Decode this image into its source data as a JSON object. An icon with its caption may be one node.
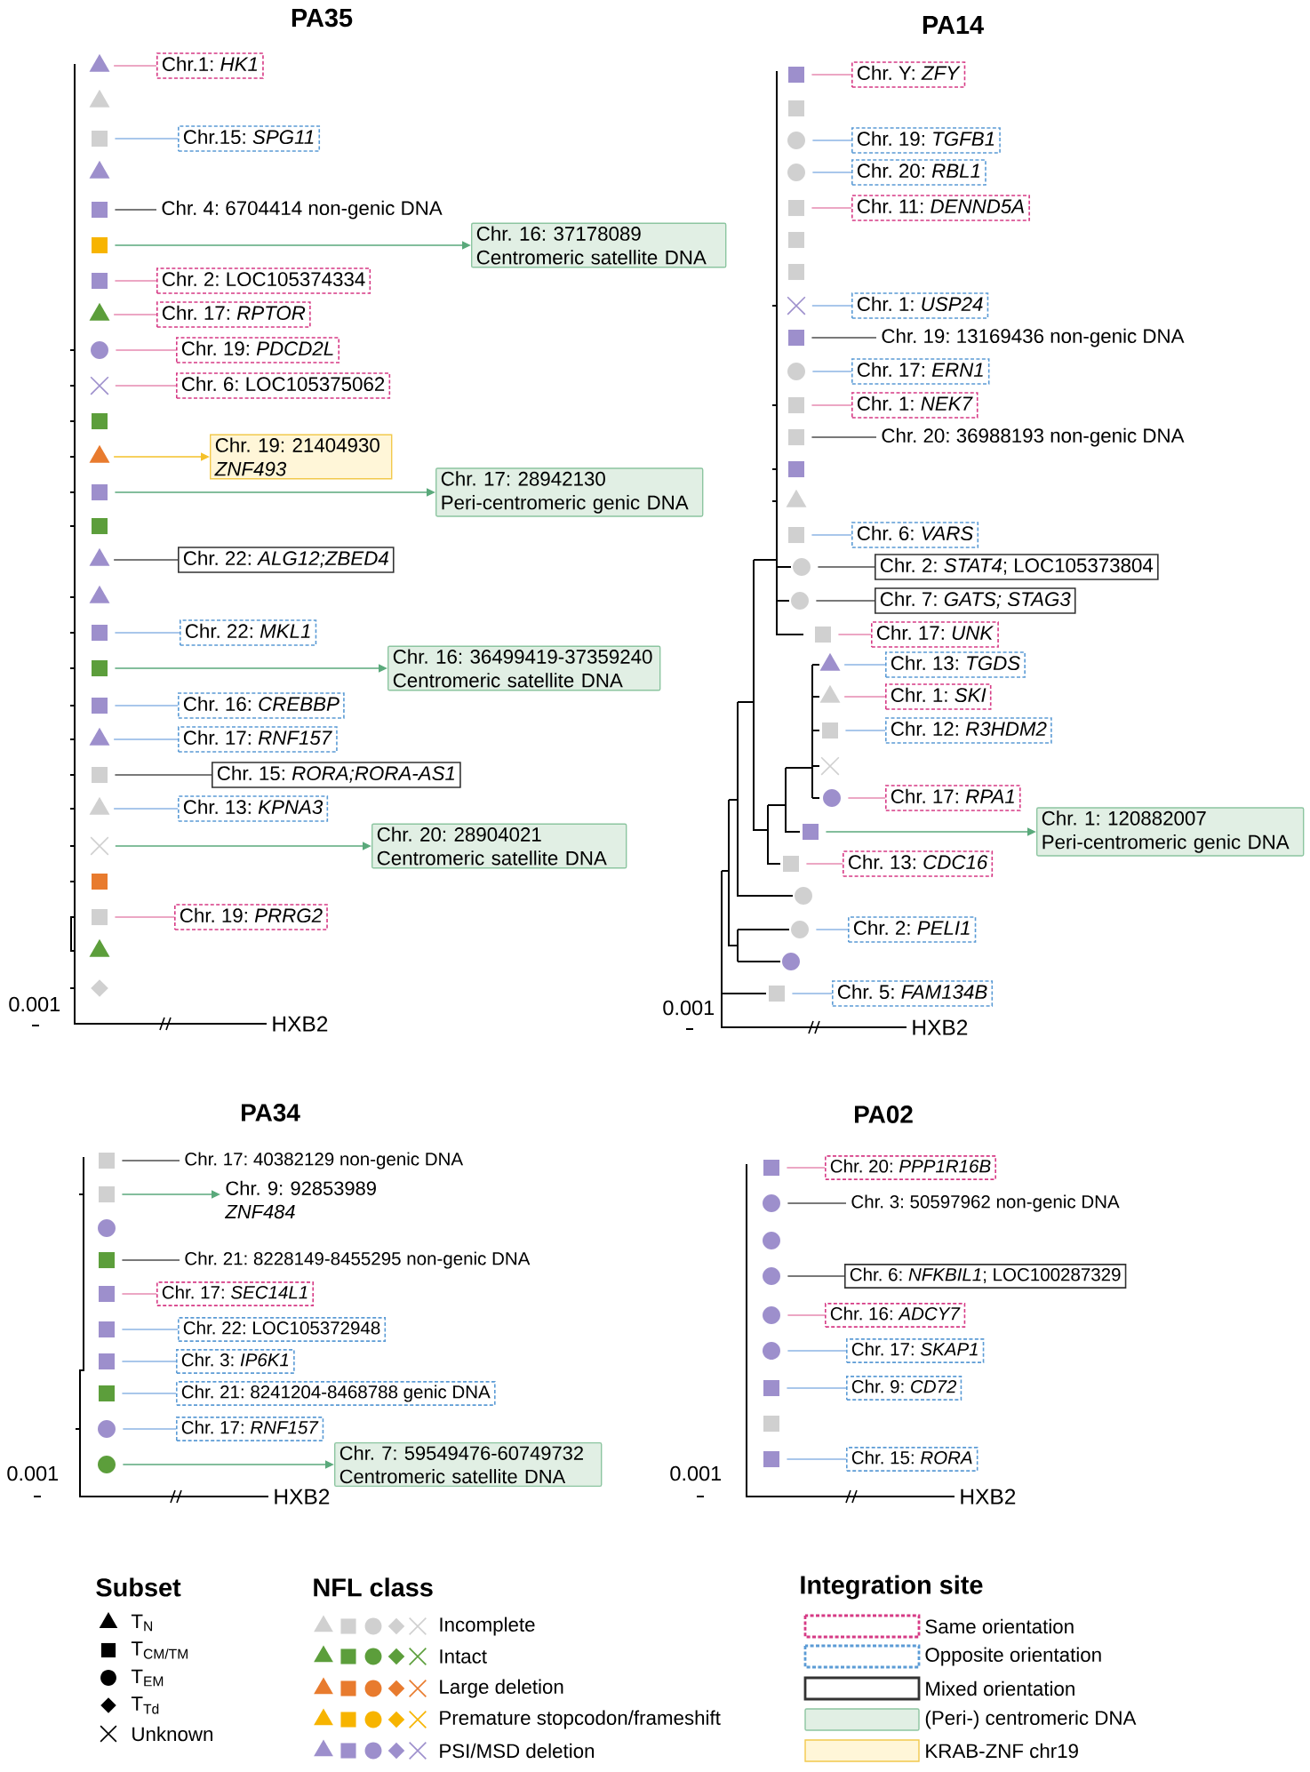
{
  "diagram": {
    "nodes": [
      {
        "text": [],
        "shape": "triangle"
      },
      {
        "text": [
          "Chr.1: *HK1*"
        ]
      },
      {
        "text": [],
        "shape": "triangle"
      },
      {
        "text": [],
        "shape": "square"
      },
      {
        "text": [
          "Chr.15: *SPG11*"
        ]
      },
      {
        "text": [],
        "shape": "triangle"
      },
      {
        "text": [],
        "shape": "square"
      },
      {
        "text": [
          "Chr. 4: 6704414 non-genic DNA"
        ]
      },
      {
        "text": [],
        "shape": "square"
      },
      {
        "text": [
          "Chr. 16: 37178089 Centromeric satellite DNA"
        ]
      },
      {
        "text": [],
        "shape": "square"
      },
      {
        "text": [
          "Chr. 2: LOC105374334"
        ]
      },
      {
        "text": [],
        "shape": "triangle"
      },
      {
        "text": [
          "Chr. 17: *RPTOR*"
        ]
      },
      {
        "text": [],
        "shape": "circle"
      },
      {
        "text": [
          "Chr. 19: *PDCD2L*"
        ]
      },
      {
        "text": [],
        "shape": "cross"
      },
      {
        "text": [
          "Chr. 6: LOC105375062"
        ]
      },
      {
        "text": [],
        "shape": "square"
      },
      {
        "text": [],
        "shape": "triangle"
      },
      {
        "text": [
          "Chr. 19: 21404930 *ZNF493*"
        ]
      },
      {
        "text": [],
        "shape": "square"
      },
      {
        "text": [
          "Chr. 17: 28942130 Peri-centromeric genic DNA"
        ]
      },
      {
        "text": [],
        "shape": "square"
      },
      {
        "text": [],
        "shape": "triangle"
      },
      {
        "text": [
          "Chr. 22: *ALG12;ZBED4*"
        ]
      },
      {
        "text": [],
        "shape": "triangle"
      },
      {
        "text": [],
        "shape": "square"
      },
      {
        "text": [
          "Chr. 22: *MKL1*"
        ]
      },
      {
        "text": [],
        "shape": "square"
      },
      {
        "text": [
          "Chr. 16: 36499419-37359240 Centromeric satellite DNA"
        ]
      },
      {
        "text": [],
        "shape": "square"
      },
      {
        "text": [
          "Chr. 16: *CREBBP*"
        ]
      },
      {
        "text": [],
        "shape": "triangle"
      },
      {
        "text": [
          "Chr. 17: *RNF157*"
        ]
      },
      {
        "text": [],
        "shape": "square"
      },
      {
        "text": [
          "Chr. 15: *RORA;RORA-AS1*"
        ]
      },
      {
        "text": [],
        "shape": "triangle"
      },
      {
        "text": [
          "Chr. 13: *KPNA3*"
        ]
      },
      {
        "text": [],
        "shape": "cross"
      },
      {
        "text": [
          "Chr. 20: 28904021 Centromeric satellite DNA"
        ]
      },
      {
        "text": [],
        "shape": "square"
      },
      {
        "text": [],
        "shape": "square"
      },
      {
        "text": [
          "Chr. 19: *PRRG2*"
        ]
      },
      {
        "text": [],
        "shape": "triangle"
      },
      {
        "text": [],
        "shape": "diamond"
      },
      {
        "text": [],
        "shape": "square"
      },
      {
        "text": [
          "Chr. Y: *ZFY*"
        ]
      },
      {
        "text": [],
        "shape": "square"
      },
      {
        "text": [],
        "shape": "circle"
      },
      {
        "text": [
          "Chr. 19: *TGFB1*"
        ]
      },
      {
        "text": [],
        "shape": "circle"
      },
      {
        "text": [
          "Chr. 20: *RBL1*"
        ]
      },
      {
        "text": [],
        "shape": "square"
      },
      {
        "text": [
          "Chr. 11: *DENND5A*"
        ]
      },
      {
        "text": [],
        "shape": "square"
      },
      {
        "text": [],
        "shape": "square"
      },
      {
        "text": [],
        "shape": "cross"
      },
      {
        "text": [
          "Chr. 1: *USP24*"
        ]
      },
      {
        "text": [],
        "shape": "square"
      },
      {
        "text": [
          "Chr. 19: 13169436 non-genic DNA"
        ]
      },
      {
        "text": [],
        "shape": "circle"
      },
      {
        "text": [
          "Chr. 17: *ERN1*"
        ]
      },
      {
        "text": [],
        "shape": "square"
      },
      {
        "text": [
          "Chr. 1: *NEK7*"
        ]
      },
      {
        "text": [],
        "shape": "square"
      },
      {
        "text": [
          "Chr. 20: 36988193 non-genic DNA"
        ]
      },
      {
        "text": [],
        "shape": "square"
      },
      {
        "text": [],
        "shape": "triangle"
      },
      {
        "text": [],
        "shape": "square"
      },
      {
        "text": [
          "Chr. 6: *VARS*"
        ]
      },
      {
        "text": [],
        "shape": "circle"
      },
      {
        "text": [
          "Chr. 2: *STAT4*; LOC105373804"
        ]
      },
      {
        "text": [],
        "shape": "circle"
      },
      {
        "text": [
          "Chr. 7: *GATS; STAG3*"
        ]
      },
      {
        "text": [],
        "shape": "square"
      },
      {
        "text": [
          "Chr. 17: *UNK*"
        ]
      },
      {
        "text": [],
        "shape": "triangle"
      },
      {
        "text": [
          "Chr. 13: *TGDS*"
        ]
      },
      {
        "text": [],
        "shape": "triangle"
      },
      {
        "text": [
          "Chr. 1: *SKI*"
        ]
      },
      {
        "text": [],
        "shape": "square"
      },
      {
        "text": [
          "Chr. 12: *R3HDM2*"
        ]
      },
      {
        "text": [],
        "shape": "cross"
      },
      {
        "text": [],
        "shape": "circle"
      },
      {
        "text": [
          "Chr. 17: *RPA1*"
        ]
      },
      {
        "text": [],
        "shape": "square"
      },
      {
        "text": [
          "Chr. 1: 120882007 Peri-centromeric genic DNA"
        ]
      },
      {
        "text": [],
        "shape": "square"
      },
      {
        "text": [
          "Chr. 13: *CDC16*"
        ]
      },
      {
        "text": [],
        "shape": "circle"
      },
      {
        "text": [],
        "shape": "circle"
      },
      {
        "text": [
          "Chr. 2: *PELI1*"
        ]
      },
      {
        "text": [],
        "shape": "circle"
      },
      {
        "text": [],
        "shape": "square"
      },
      {
        "text": [
          "Chr. 5: *FAM134B*"
        ]
      },
      {
        "text": [],
        "shape": "square"
      },
      {
        "text": [
          "Chr. 17: 40382129 non-genic DNA"
        ]
      },
      {
        "text": [],
        "shape": "square"
      },
      {
        "text": [
          "Chr. 9: 92853989 *ZNF484*"
        ]
      },
      {
        "text": [],
        "shape": "circle"
      },
      {
        "text": [],
        "shape": "square"
      },
      {
        "text": [
          "Chr. 21: 8228149-8455295 non-genic DNA"
        ]
      },
      {
        "text": [],
        "shape": "square"
      },
      {
        "text": [
          "Chr. 17: *SEC14L1*"
        ]
      },
      {
        "text": [],
        "shape": "square"
      },
      {
        "text": [
          "Chr. 22: LOC105372948"
        ]
      },
      {
        "text": [],
        "shape": "square"
      },
      {
        "text": [
          "Chr. 3: *IP6K1*"
        ]
      },
      {
        "text": [],
        "shape": "square"
      },
      {
        "text": [
          "Chr. 21: 8241204-8468788 genic DNA"
        ]
      },
      {
        "text": [],
        "shape": "circle"
      },
      {
        "text": [
          "Chr. 17: *RNF157*"
        ]
      },
      {
        "text": [],
        "shape": "circle"
      },
      {
        "text": [
          "Chr. 7: 59549476-60749732 Centromeric satellite DNA"
        ]
      },
      {
        "text": [],
        "shape": "square"
      },
      {
        "text": [
          "Chr. 20: *PPP1R16B*"
        ]
      },
      {
        "text": [],
        "shape": "circle"
      },
      {
        "text": [
          "Chr. 3: 50597962 non-genic DNA"
        ]
      },
      {
        "text": [],
        "shape": "circle"
      },
      {
        "text": [],
        "shape": "circle"
      },
      {
        "text": [
          "Chr. 6: *NFKBIL1*; LOC100287329"
        ]
      },
      {
        "text": [],
        "shape": "circle"
      },
      {
        "text": [
          "Chr. 16: *ADCY7*"
        ]
      },
      {
        "text": [],
        "shape": "circle"
      },
      {
        "text": [
          "Chr. 17: *SKAP1*"
        ]
      },
      {
        "text": [],
        "shape": "square"
      },
      {
        "text": [
          "Chr. 9: *CD72*"
        ]
      },
      {
        "text": [],
        "shape": "square"
      },
      {
        "text": [],
        "shape": "square"
      },
      {
        "text": [
          "Chr. 15: *RORA*"
        ]
      }
    ],
    "edges": [
      {
        "from": 0,
        "to": 1,
        "arrow": "none",
        "color": "#e68ab1"
      },
      {
        "from": 3,
        "to": 4,
        "arrow": "none"
      },
      {
        "from": 6,
        "to": 7,
        "arrow": "none",
        "color": "#4d4d4d"
      },
      {
        "from": 8,
        "to": 9,
        "arrow": "to",
        "color": "#5aa97b"
      },
      {
        "from": 10,
        "to": 11,
        "arrow": "none",
        "color": "#e68ab1"
      },
      {
        "from": 12,
        "to": 13,
        "arrow": "none",
        "color": "#e68ab1"
      },
      {
        "from": 14,
        "to": 15,
        "arrow": "none",
        "color": "#e68ab1"
      },
      {
        "from": 16,
        "to": 17,
        "arrow": "none",
        "color": "#e68ab1"
      },
      {
        "from": 19,
        "to": 20,
        "arrow": "to",
        "color": "#f5c12a"
      },
      {
        "from": 21,
        "to": 22,
        "arrow": "to",
        "color": "#5aa97b"
      },
      {
        "from": 24,
        "to": 25,
        "arrow": "none",
        "color": "#4d4d4d"
      },
      {
        "from": 27,
        "to": 28,
        "arrow": "none"
      },
      {
        "from": 29,
        "to": 30,
        "arrow": "to",
        "color": "#5aa97b"
      },
      {
        "from": 31,
        "to": 32,
        "arrow": "none"
      },
      {
        "from": 33,
        "to": 34,
        "arrow": "none"
      },
      {
        "from": 35,
        "to": 36,
        "arrow": "none",
        "color": "#4d4d4d"
      },
      {
        "from": 37,
        "to": 38,
        "arrow": "none"
      },
      {
        "from": 39,
        "to": 40,
        "arrow": "to",
        "color": "#5aa97b"
      },
      {
        "from": 42,
        "to": 43,
        "arrow": "none",
        "color": "#e68ab1"
      },
      {
        "from": 46,
        "to": 47,
        "arrow": "none",
        "color": "#e68ab1"
      },
      {
        "from": 49,
        "to": 50,
        "arrow": "none"
      },
      {
        "from": 51,
        "to": 52,
        "arrow": "none"
      },
      {
        "from": 53,
        "to": 54,
        "arrow": "none",
        "color": "#e68ab1"
      },
      {
        "from": 57,
        "to": 58,
        "arrow": "none"
      },
      {
        "from": 59,
        "to": 60,
        "arrow": "none",
        "color": "#4d4d4d"
      },
      {
        "from": 61,
        "to": 62,
        "arrow": "none"
      },
      {
        "from": 63,
        "to": 64,
        "arrow": "none",
        "color": "#e68ab1"
      },
      {
        "from": 65,
        "to": 66,
        "arrow": "none",
        "color": "#4d4d4d"
      },
      {
        "from": 69,
        "to": 70,
        "arrow": "none"
      },
      {
        "from": 71,
        "to": 72,
        "arrow": "none",
        "color": "#4d4d4d"
      },
      {
        "from": 73,
        "to": 74,
        "arrow": "none",
        "color": "#4d4d4d"
      },
      {
        "from": 75,
        "to": 76,
        "arrow": "none",
        "color": "#e68ab1"
      },
      {
        "from": 77,
        "to": 78,
        "arrow": "none"
      },
      {
        "from": 79,
        "to": 80,
        "arrow": "none",
        "color": "#e68ab1"
      },
      {
        "from": 81,
        "to": 82,
        "arrow": "none"
      },
      {
        "from": 84,
        "to": 85,
        "arrow": "none",
        "color": "#e68ab1"
      },
      {
        "from": 86,
        "to": 87,
        "arrow": "to",
        "color": "#5aa97b"
      },
      {
        "from": 88,
        "to": 89,
        "arrow": "none",
        "color": "#e68ab1"
      },
      {
        "from": 91,
        "to": 92,
        "arrow": "none"
      },
      {
        "from": 94,
        "to": 95,
        "arrow": "none"
      },
      {
        "from": 96,
        "to": 97,
        "arrow": "none",
        "color": "#4d4d4d"
      },
      {
        "from": 98,
        "to": 99,
        "arrow": "to",
        "color": "#5aa97b"
      },
      {
        "from": 101,
        "to": 102,
        "arrow": "none",
        "color": "#4d4d4d"
      },
      {
        "from": 103,
        "to": 104,
        "arrow": "none",
        "color": "#e68ab1"
      },
      {
        "from": 105,
        "to": 106,
        "arrow": "none"
      },
      {
        "from": 107,
        "to": 108,
        "arrow": "none"
      },
      {
        "from": 109,
        "to": 110,
        "arrow": "none"
      },
      {
        "from": 111,
        "to": 112,
        "arrow": "none"
      },
      {
        "from": 113,
        "to": 114,
        "arrow": "to",
        "color": "#5aa97b"
      },
      {
        "from": 115,
        "to": 116,
        "arrow": "none",
        "color": "#e68ab1"
      },
      {
        "from": 117,
        "to": 118,
        "arrow": "none",
        "color": "#4d4d4d"
      },
      {
        "from": 120,
        "to": 121,
        "arrow": "none",
        "color": "#4d4d4d"
      },
      {
        "from": 122,
        "to": 123,
        "arrow": "none",
        "color": "#e68ab1"
      },
      {
        "from": 124,
        "to": 125,
        "arrow": "none"
      },
      {
        "from": 126,
        "to": 127,
        "arrow": "none"
      },
      {
        "from": 129,
        "to": 130,
        "arrow": "none"
      }
    ],
    "labels": [
      "PA35",
      "0.001",
      "HXB2",
      "PA14",
      "0.001",
      "HXB2",
      "PA34",
      "0.001",
      "HXB2",
      "PA02",
      "0.001",
      "HXB2",
      "Subset",
      "NFL class",
      "Integration site"
    ],
    "legend": [
      {
        "text": "T$_{N}$"
      },
      {
        "text": "T$_{CM/TM}$"
      },
      {
        "text": "T$_{EM}$"
      },
      {
        "text": "T$_{Td}$"
      },
      {
        "text": "Unknown"
      },
      {
        "text": "Incomplete",
        "color": "#d0d0d0"
      },
      {
        "text": "Intact",
        "color": "#5c9e3b"
      },
      {
        "text": "Large deletion",
        "color": "#e87b2e"
      },
      {
        "text": "Premature stopcodon/frameshift",
        "color": "#f7b400"
      },
      {
        "text": "PSI/MSD deletion",
        "color": "#9d8fcc"
      },
      {
        "text": "Same orientation",
        "color": "#d63a85"
      },
      {
        "text": "Opposite orientation",
        "color": "#5b9bd5"
      },
      {
        "text": "Mixed orientation",
        "color": "#333333"
      },
      {
        "text": "(Peri-) centromeric DNA",
        "color": "#e1efe4"
      },
      {
        "text": "KRAB-ZNF chr19",
        "color": "#fff6d8"
      }
    ]
  }
}
